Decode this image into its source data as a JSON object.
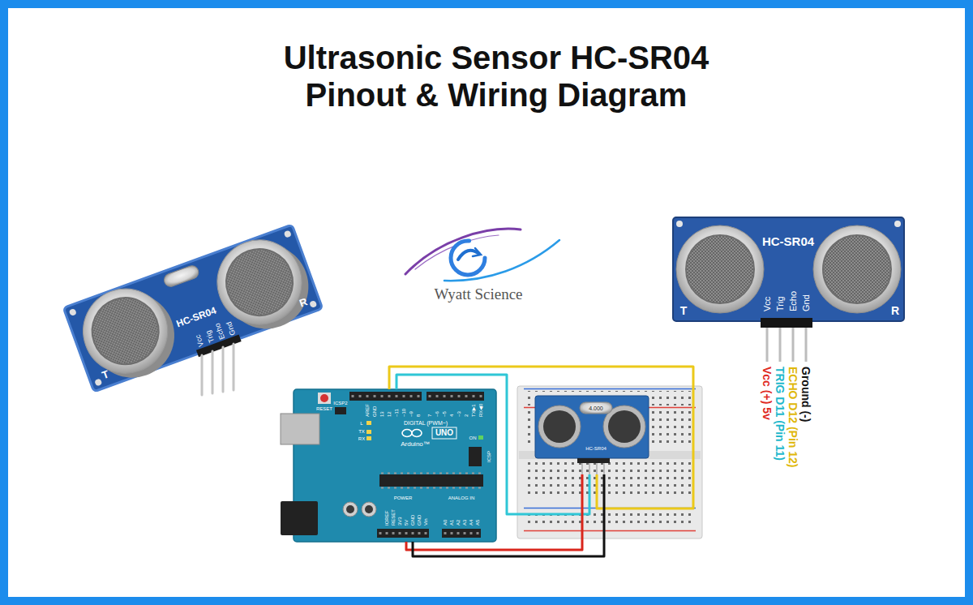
{
  "diagram": {
    "title": "Ultrasonic Sensor HC-SR04 Pinout & Wiring Diagram",
    "nodes": [
      {
        "text": [
          "HC-SR04",
          "Vcc",
          "Trig",
          "Echo",
          "Gnd",
          "T",
          "R"
        ]
      },
      {
        "text": [
          "HC-SR04",
          "Vcc",
          "Trig",
          "Echo",
          "Gnd",
          "T",
          "R"
        ]
      },
      {
        "text": [
          "RESET",
          "ICSP2",
          "L",
          "TX",
          "RX",
          "UNO",
          "Arduino™",
          "ON",
          "ICSP",
          "DIGITAL (PWM~)",
          "AREF",
          "GND",
          "13",
          "12",
          "~11",
          "~10",
          "~9",
          "8",
          "7",
          "~6",
          "~5",
          "4",
          "~3",
          "2",
          "TX▶1",
          "RX◀0",
          "POWER",
          "ANALOG IN",
          "IOREF",
          "RESET",
          "3V3",
          "5V",
          "GND",
          "GND",
          "Vin",
          "A0",
          "A1",
          "A2",
          "A3",
          "A4",
          "A5"
        ]
      },
      {
        "text": [
          "4.000",
          "HC-SR04"
        ]
      }
    ],
    "edges": [
      {
        "from": 2,
        "to": 3,
        "arrow": "none"
      },
      {
        "from": 2,
        "to": 3,
        "arrow": "none"
      },
      {
        "from": 2,
        "to": 3,
        "arrow": "none"
      },
      {
        "from": 2,
        "to": 3,
        "arrow": "none"
      }
    ],
    "labels": [
      "Wyatt Science",
      "Vcc (+) 5v",
      "TRIG D11 (Pin 11)",
      "ECHO D12 (Pin 12)",
      "Ground (-)"
    ]
  }
}
